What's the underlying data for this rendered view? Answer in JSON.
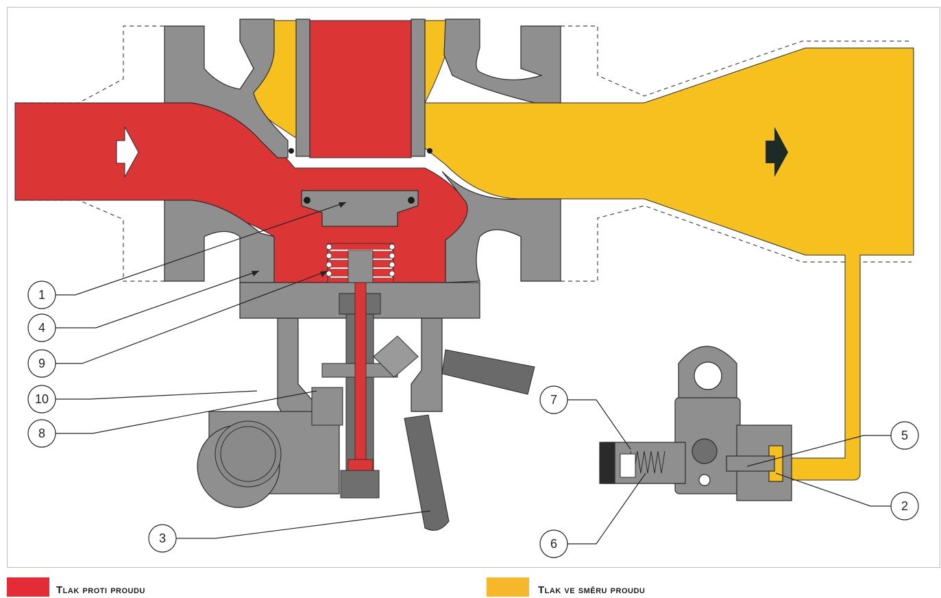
{
  "colors": {
    "upstream": "#dc3535",
    "downstream": "#f6c11f",
    "body": "#8f8f8f",
    "body_dark": "#5f5f5f",
    "line": "#2a2a2a",
    "arrow_in": "#ffffff",
    "arrow_out": "#1e2a26"
  },
  "callouts": [
    {
      "id": "c1",
      "label": "1"
    },
    {
      "id": "c4",
      "label": "4"
    },
    {
      "id": "c9",
      "label": "9"
    },
    {
      "id": "c10",
      "label": "10"
    },
    {
      "id": "c8",
      "label": "8"
    },
    {
      "id": "c3",
      "label": "3"
    },
    {
      "id": "c7",
      "label": "7"
    },
    {
      "id": "c6",
      "label": "6"
    },
    {
      "id": "c5",
      "label": "5"
    },
    {
      "id": "c2",
      "label": "2"
    }
  ],
  "legend": {
    "upstream_label": "Tlak proti proudu",
    "downstream_label": "Tlak ve směru proudu"
  },
  "icons": {
    "flow_in": "flow-arrow-in-icon",
    "flow_out": "flow-arrow-out-icon"
  }
}
